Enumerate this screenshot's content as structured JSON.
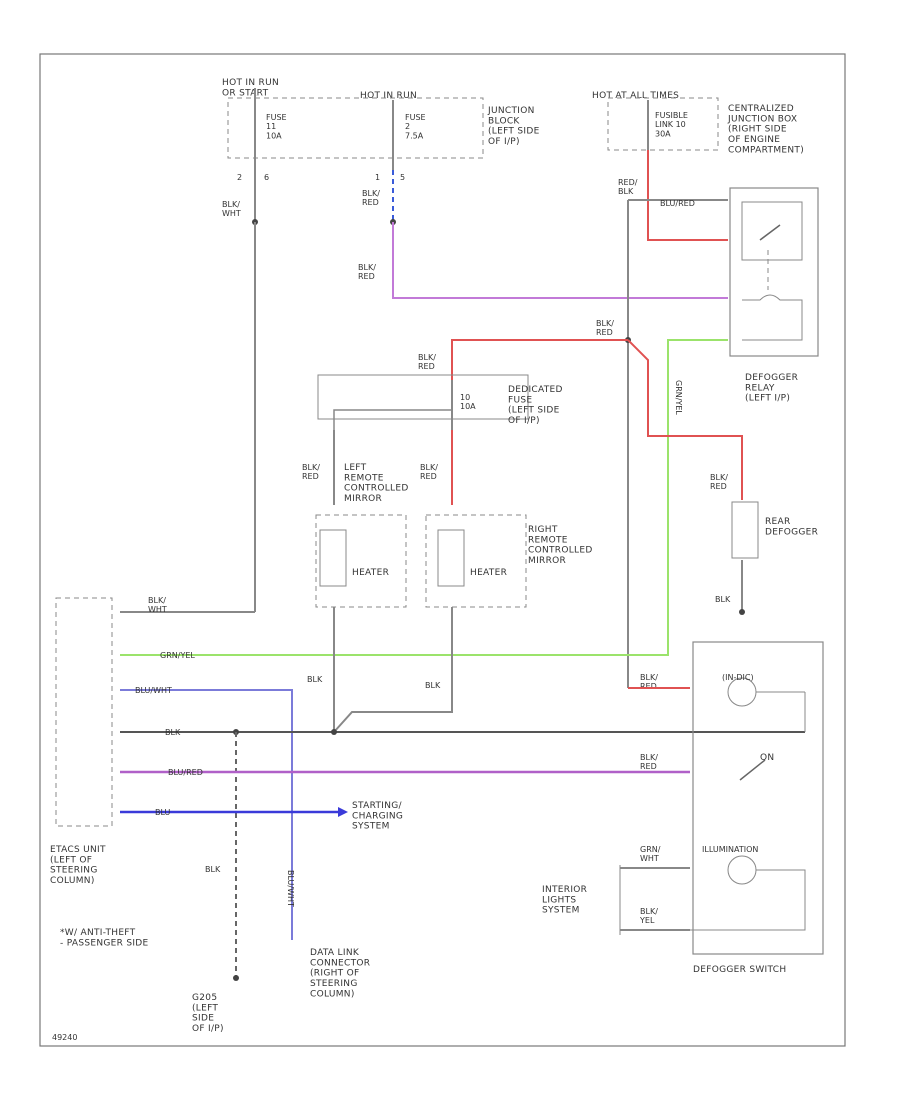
{
  "hot_in_run_on_start_label": "HOT IN RUN\nOR START",
  "hot_in_run_label": "HOT IN RUN",
  "hot_at_all_times_label": "HOT AT ALL TIMES",
  "fuse_11_label": "FUSE\n11\n10A",
  "fuse_2_label": "FUSE\n2\n7.5A",
  "junction_block_label": "JUNCTION\nBLOCK\n(LEFT SIDE\nOF I/P)",
  "fusible_link_label": "FUSIBLE\nLINK 10\n30A",
  "centralized_junction_label": "CENTRALIZED\nJUNCTION BOX\n(RIGHT SIDE\nOF ENGINE\nCOMPARTMENT)",
  "dedicated_fuse_label": "DEDICATED\nFUSE\n(LEFT SIDE\nOF I/P)",
  "dedicated_fuse_num": "10\n10A",
  "defogger_relay_label": "DEFOGGER\nRELAY\n(LEFT I/P)",
  "rear_defogger_label": "REAR\nDEFOGGER",
  "left_mirror_label": "LEFT\nREMOTE\nCONTROLLED\nMIRROR",
  "right_mirror_label": "RIGHT\nREMOTE\nCONTROLLED\nMIRROR",
  "heater_label": "HEATER",
  "etacs_label": "ETACS UNIT\n(LEFT OF\nSTEERING\nCOLUMN)",
  "starting_label": "STARTING/\nCHARGING\nSYSTEM",
  "data_link_label": "DATA LINK\nCONNECTOR\n(RIGHT OF\nSTEERING\nCOLUMN)",
  "g205_label": "G205\n(LEFT\nSIDE\nOF I/P)",
  "anti_theft_label": "*W/ ANTI-THEFT\n- PASSENGER SIDE",
  "interior_lights_label": "INTERIOR\nLIGHTS\nSYSTEM",
  "defogger_switch_label": "DEFOGGER SWITCH",
  "illumination_label": "ILLUMINATION",
  "on_label": "ON",
  "indicator_label": "(IN-DIC)",
  "wire_blk_wht": "BLK/\nWHT",
  "wire_blk_red": "BLK/\nRED",
  "wire_red_blk": "RED/\nBLK",
  "wire_blk": "BLK",
  "wire_grn_yel": "GRN/YEL",
  "wire_blu_red": "BLU/RED",
  "wire_blu_wht": "BLU/WHT",
  "wire_blu": "BLU",
  "wire_grn_wht": "GRN/\nWHT",
  "wire_blk_yel": "BLK/\nYEL",
  "footer_code": "49240"
}
